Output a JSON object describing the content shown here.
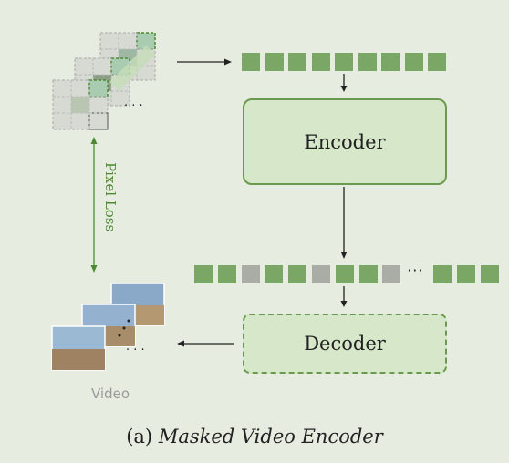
{
  "encoder": {
    "label": "Encoder"
  },
  "decoder": {
    "label": "Decoder"
  },
  "loss": {
    "label": "Pixel Loss"
  },
  "video": {
    "label": "Video"
  },
  "caption": {
    "prefix": "(a)",
    "title": "Masked Video Encoder"
  },
  "visible_tokens": {
    "count": 9
  },
  "full_token_sequence": [
    "visible",
    "visible",
    "masked",
    "visible",
    "visible",
    "masked",
    "visible",
    "visible",
    "masked",
    "ellipsis",
    "visible",
    "visible",
    "visible"
  ],
  "colors": {
    "visible_token": "#7aa766",
    "masked_token": "#a9ada6",
    "box_fill": "#d6e8c9",
    "box_border": "#6a9a4e",
    "loss_arrow": "#4e8a36",
    "background": "#e6ece0"
  }
}
